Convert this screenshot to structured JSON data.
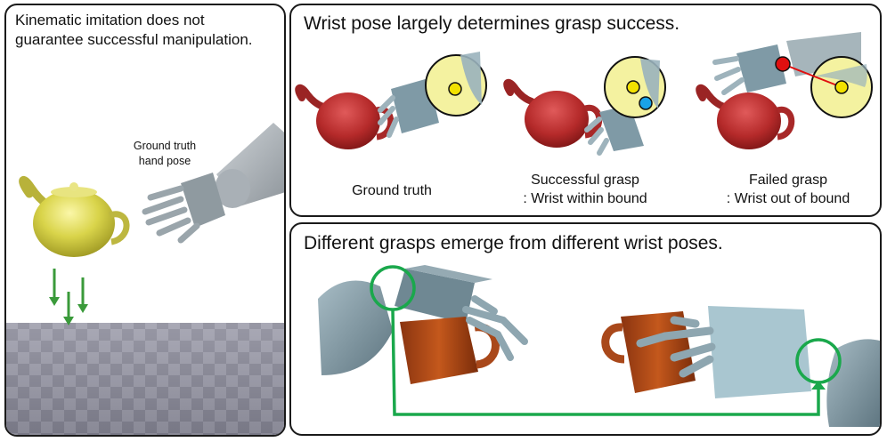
{
  "left_panel": {
    "title": "Kinematic imitation does not\nguarantee successful manipulation.",
    "hand_label": "Ground truth\nhand pose"
  },
  "top_panel": {
    "title": "Wrist pose largely determines grasp success.",
    "captions": [
      "Ground truth",
      "Successful grasp\n: Wrist within bound",
      "Failed grasp\n: Wrist out of bound"
    ]
  },
  "bottom_panel": {
    "title": "Different grasps emerge from different wrist poses."
  },
  "colors": {
    "teapot_yellow": "#d9d64a",
    "teapot_red": "#b52a2a",
    "mug_orange": "#c4581c",
    "robot_gray": "#8fa3ab",
    "arrow_green": "#3a9a3a",
    "bound_yellow": "#f4f2a0",
    "marker_yellow": "#f2e100",
    "marker_blue": "#1aa3e8",
    "marker_red": "#e01010",
    "highlight_green": "#1aa84c"
  }
}
